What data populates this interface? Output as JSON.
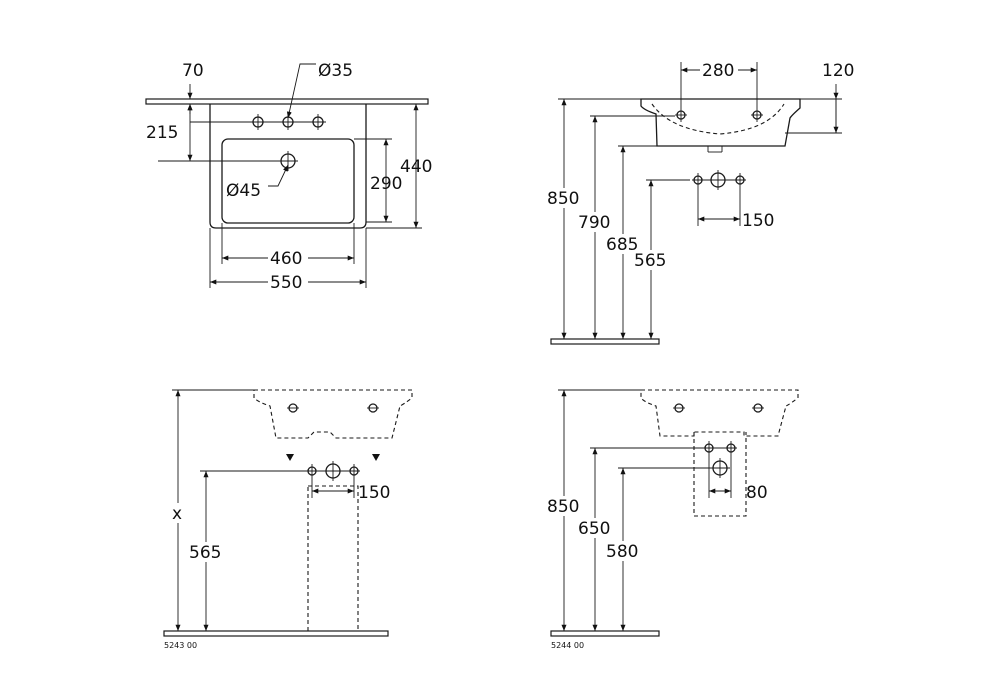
{
  "view_top": {
    "d_70": "70",
    "d_35": "Ø35",
    "d_215": "215",
    "d_45": "Ø45",
    "d_290": "290",
    "d_440": "440",
    "d_460": "460",
    "d_550": "550"
  },
  "view_side": {
    "d_280": "280",
    "d_120": "120",
    "d_850": "850",
    "d_790": "790",
    "d_685": "685",
    "d_565": "565",
    "d_150": "150"
  },
  "view_front_pedestal": {
    "d_x": "x",
    "d_565": "565",
    "d_150": "150",
    "code": "5243 00"
  },
  "view_front_halfpedestal": {
    "d_850": "850",
    "d_650": "650",
    "d_580": "580",
    "d_80": "80",
    "code": "5244 00"
  }
}
